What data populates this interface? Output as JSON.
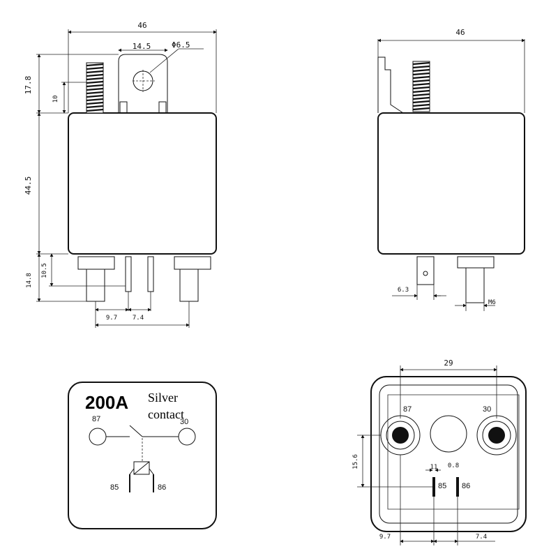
{
  "front_view": {
    "width": "46",
    "terminal_spacing": "14.5",
    "hole_diameter": "Φ6.5",
    "top_height": "17.8",
    "bracket_height": "10",
    "body_height": "44.5",
    "pin_height": "14.8",
    "blade_height": "10.5",
    "bottom_left": "9.7",
    "bottom_right": "7.4"
  },
  "side_view": {
    "width": "46",
    "blade_width": "6.3",
    "thread": "M6"
  },
  "schematic": {
    "rating": "200A",
    "material_line1": "Silver",
    "material_line2": "contact",
    "pin_87": "87",
    "pin_30": "30",
    "pin_85": "85",
    "pin_86": "86"
  },
  "bottom_view": {
    "spacing": "29",
    "height": "15.6",
    "small_a": "11",
    "small_b": "0.8",
    "pin_87": "87",
    "pin_30": "30",
    "pin_85": "85",
    "pin_86": "86",
    "bottom_left": "9.7",
    "bottom_right": "7.4"
  }
}
